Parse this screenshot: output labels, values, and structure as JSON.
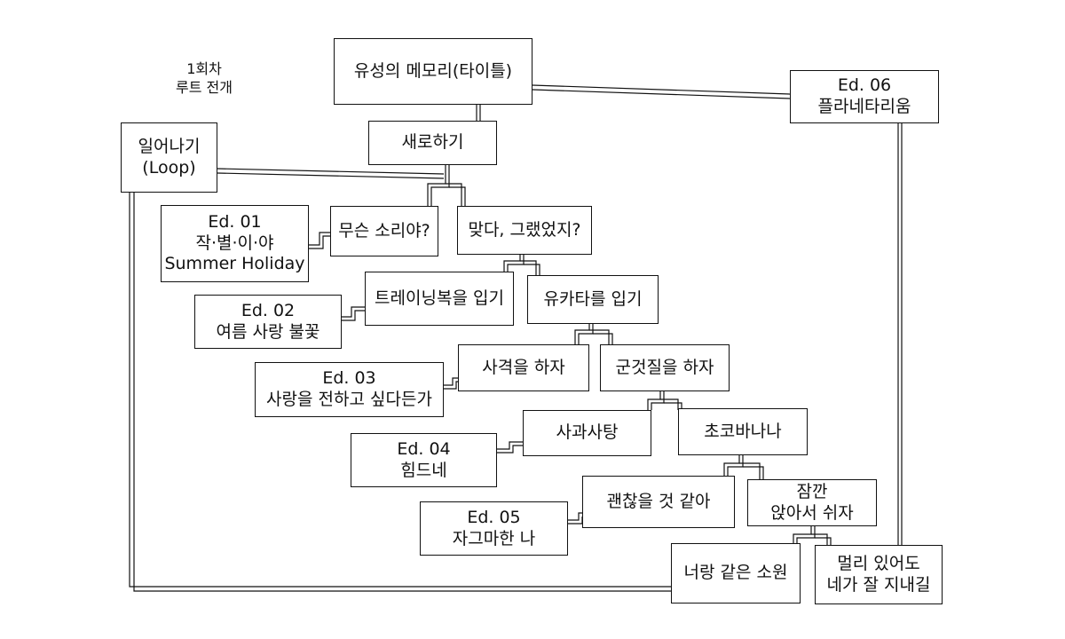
{
  "heading": {
    "line1": "1회차",
    "line2": "루트 전개"
  },
  "nodes": {
    "title": {
      "lines": [
        "유성의 메모리(타이틀)"
      ]
    },
    "ed06": {
      "lines": [
        "Ed. 06",
        "플라네타리움"
      ]
    },
    "new_game": {
      "lines": [
        "새로하기"
      ]
    },
    "wake": {
      "lines": [
        "일어나기",
        "(Loop)"
      ]
    },
    "ed01": {
      "lines": [
        "Ed. 01",
        "작·별·이·야",
        "Summer Holiday"
      ]
    },
    "what_sound": {
      "lines": [
        "무슨 소리야?"
      ]
    },
    "right_wasnt": {
      "lines": [
        "맞다, 그랬었지?"
      ]
    },
    "training": {
      "lines": [
        "트레이닝복을 입기"
      ]
    },
    "yukata": {
      "lines": [
        "유카타를 입기"
      ]
    },
    "ed02": {
      "lines": [
        "Ed. 02",
        "여름 사랑 불꽃"
      ]
    },
    "shooting": {
      "lines": [
        "사격을 하자"
      ]
    },
    "snack": {
      "lines": [
        "군것질을 하자"
      ]
    },
    "ed03": {
      "lines": [
        "Ed. 03",
        "사랑을 전하고 싶다든가"
      ]
    },
    "apple": {
      "lines": [
        "사과사탕"
      ]
    },
    "chocobanana": {
      "lines": [
        "초코바나나"
      ]
    },
    "ed04": {
      "lines": [
        "Ed. 04",
        "힘드네"
      ]
    },
    "okay": {
      "lines": [
        "괜찮을 것 같아"
      ]
    },
    "sit": {
      "lines": [
        "잠깐",
        "앉아서 쉬자"
      ]
    },
    "ed05": {
      "lines": [
        "Ed. 05",
        "자그마한 나"
      ]
    },
    "wish": {
      "lines": [
        "너랑 같은 소원"
      ]
    },
    "far": {
      "lines": [
        "멀리 있어도",
        "네가 잘 지내길"
      ]
    }
  }
}
